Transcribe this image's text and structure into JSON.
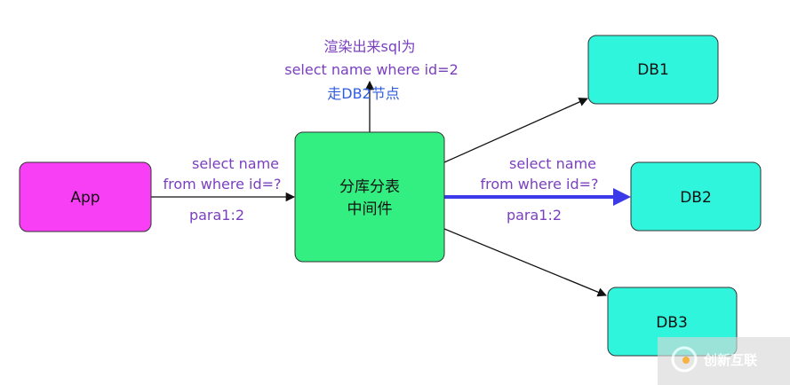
{
  "nodes": {
    "app": {
      "label": "App",
      "color": "#f93ff6"
    },
    "middleware": {
      "label_line1": "分库分表",
      "label_line2": "中间件",
      "color": "#33ee80"
    },
    "db1": {
      "label": "DB1",
      "color": "#2ff5dc"
    },
    "db2": {
      "label": "DB2",
      "color": "#2ff5dc"
    },
    "db3": {
      "label": "DB3",
      "color": "#2ff5dc"
    }
  },
  "edges": {
    "app_to_middleware": {
      "line1": "select name",
      "line2": "from where id=?",
      "param": "para1:2"
    },
    "middleware_to_db2": {
      "line1": "select name",
      "line2": "from where id=?",
      "param": "para1:2",
      "color": "#3a3ae8"
    },
    "render_note": {
      "line1": "渲染出来sql为",
      "line2": "select name where id=2",
      "line3": "走DB2节点"
    }
  },
  "watermark": {
    "text": "创新互联"
  },
  "colors": {
    "edge_label": "#7a3fbf",
    "note_highlight": "#2f5de0",
    "arrow": "#111111"
  }
}
